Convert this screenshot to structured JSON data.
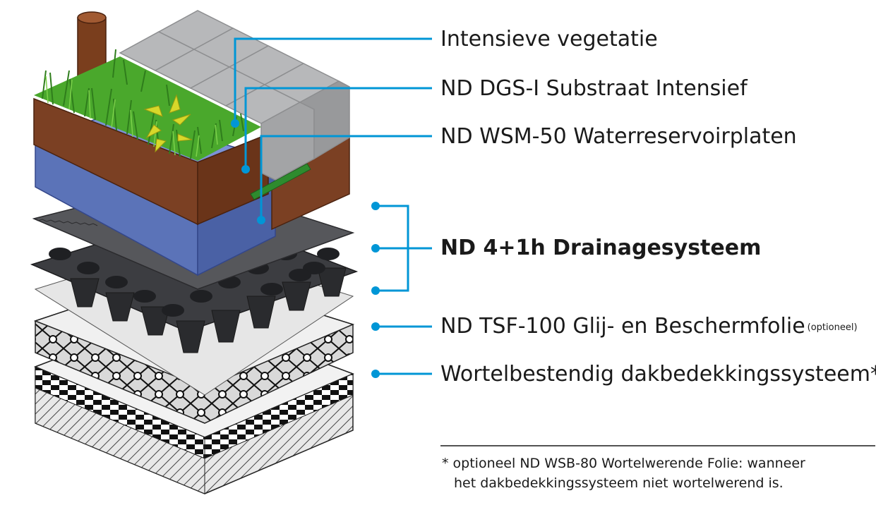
{
  "labels": {
    "l1": "Intensieve vegetatie",
    "l2": "ND DGS-I Substraat Intensief",
    "l3": "ND WSM-50 Waterreservoirplaten",
    "l4": "ND 4+1h Drainagesysteem",
    "l5_main": "ND TSF-100 Glij- en Beschermfolie",
    "l5_note": "(optioneel)",
    "l6": "Wortelbestendig dakbedekkingssysteem*"
  },
  "footnote": {
    "line1": "* optioneel ND WSB-80 Wortelwerende Folie: wanneer",
    "line2": "het dakbedekkingssysteem niet wortelwerend is."
  },
  "colors": {
    "leader": "#0096d6",
    "soil": "#7b4023",
    "reservoir": "#5b73b8",
    "drainage": "#3c3d41",
    "grass": "#4aa82c",
    "pavers": "#b7b8ba"
  }
}
